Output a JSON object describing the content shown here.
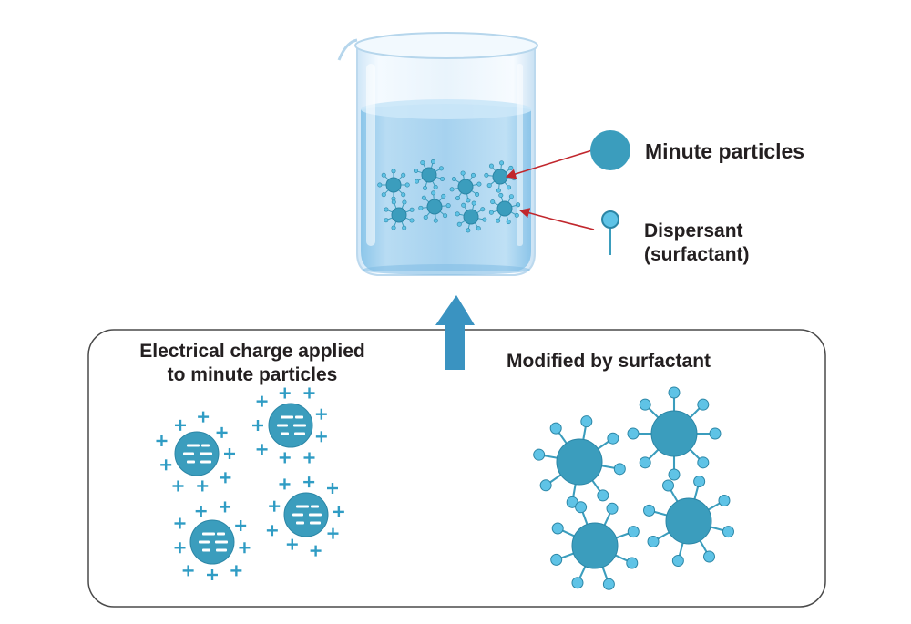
{
  "labels": {
    "minute_particles": "Minute particles",
    "dispersant": "Dispersant\n(surfactant)",
    "electrical_charge": "Electrical charge applied\nto minute particles",
    "modified_by_surfactant": "Modified by surfactant"
  },
  "colors": {
    "particle": "#3b9dbd",
    "particle_edge": "#2b86a6",
    "surfactant_head": "#5fc3e6",
    "charge_sign": "#2f9cc4",
    "arrow": "#3a93c1",
    "pointer": "#c1272d",
    "liquid": "#a8d4ef",
    "glass": "#e3f1fb",
    "panel_border": "#4a4a4a"
  },
  "icons": {
    "beaker": "beaker-icon",
    "particle": "particle-icon",
    "dispersant": "dispersant-icon",
    "up_arrow": "up-arrow-icon"
  }
}
